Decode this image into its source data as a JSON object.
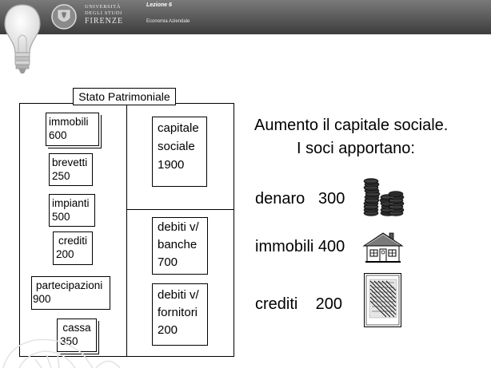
{
  "header": {
    "university": {
      "line1": "UNIVERSITÀ",
      "line2": "DEGLI STUDI",
      "line3": "FIRENZE"
    },
    "lesson": "Lezione 6",
    "course": "Economia Aziendale"
  },
  "balance_sheet": {
    "title": "Stato Patrimoniale",
    "assets": [
      {
        "name": "immobili",
        "value": "600"
      },
      {
        "name": "brevetti",
        "value": "250"
      },
      {
        "name": "impianti",
        "value": "500"
      },
      {
        "name": "crediti",
        "value": "200"
      },
      {
        "name": "partecipazioni",
        "value": "900"
      },
      {
        "name": "cassa",
        "value": "350"
      }
    ],
    "equity": {
      "line1": "capitale",
      "line2": "sociale",
      "value": "1900"
    },
    "liabilities": [
      {
        "line1": "debiti v/",
        "line2": "banche",
        "value": "700"
      },
      {
        "line1": "debiti v/",
        "line2": "fornitori",
        "value": "200"
      }
    ]
  },
  "right": {
    "heading1": "Aumento il capitale sociale.",
    "heading2": "I soci apportano:",
    "items": [
      {
        "label": "denaro   300",
        "icon": "coins-icon"
      },
      {
        "label": "immobili 400",
        "icon": "house-icon"
      },
      {
        "label": "crediti    200",
        "icon": "document-icon"
      }
    ]
  },
  "colors": {
    "header": "#555555",
    "text": "#000000",
    "background": "#ffffff"
  }
}
